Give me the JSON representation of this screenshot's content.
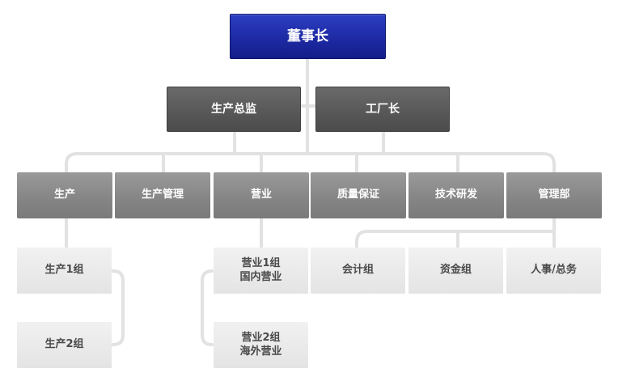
{
  "chairman": "董事长",
  "level2": {
    "production_director": "生产总监",
    "factory_manager": "工厂长"
  },
  "departments": {
    "production": "生产",
    "production_management": "生产管理",
    "sales": "营业",
    "quality_assurance": "质量保证",
    "tech_rd": "技术研发",
    "management": "管理部"
  },
  "subgroups": {
    "production_group_1": "生产1组",
    "production_group_2": "生产2组",
    "sales_group_1": [
      "营业1组",
      "国内营业"
    ],
    "sales_group_2": [
      "营业2组",
      "海外营业"
    ],
    "accounting_group": "会计组",
    "funds_group": "资金组",
    "hr_general_affairs": "人事/总务"
  },
  "colors": {
    "chairman_fill": "#1d2aa4",
    "level2_fill": "#575757",
    "department_fill": "#868686",
    "group_fill": "#e6e6e6",
    "connector": "#e2e2e2"
  }
}
